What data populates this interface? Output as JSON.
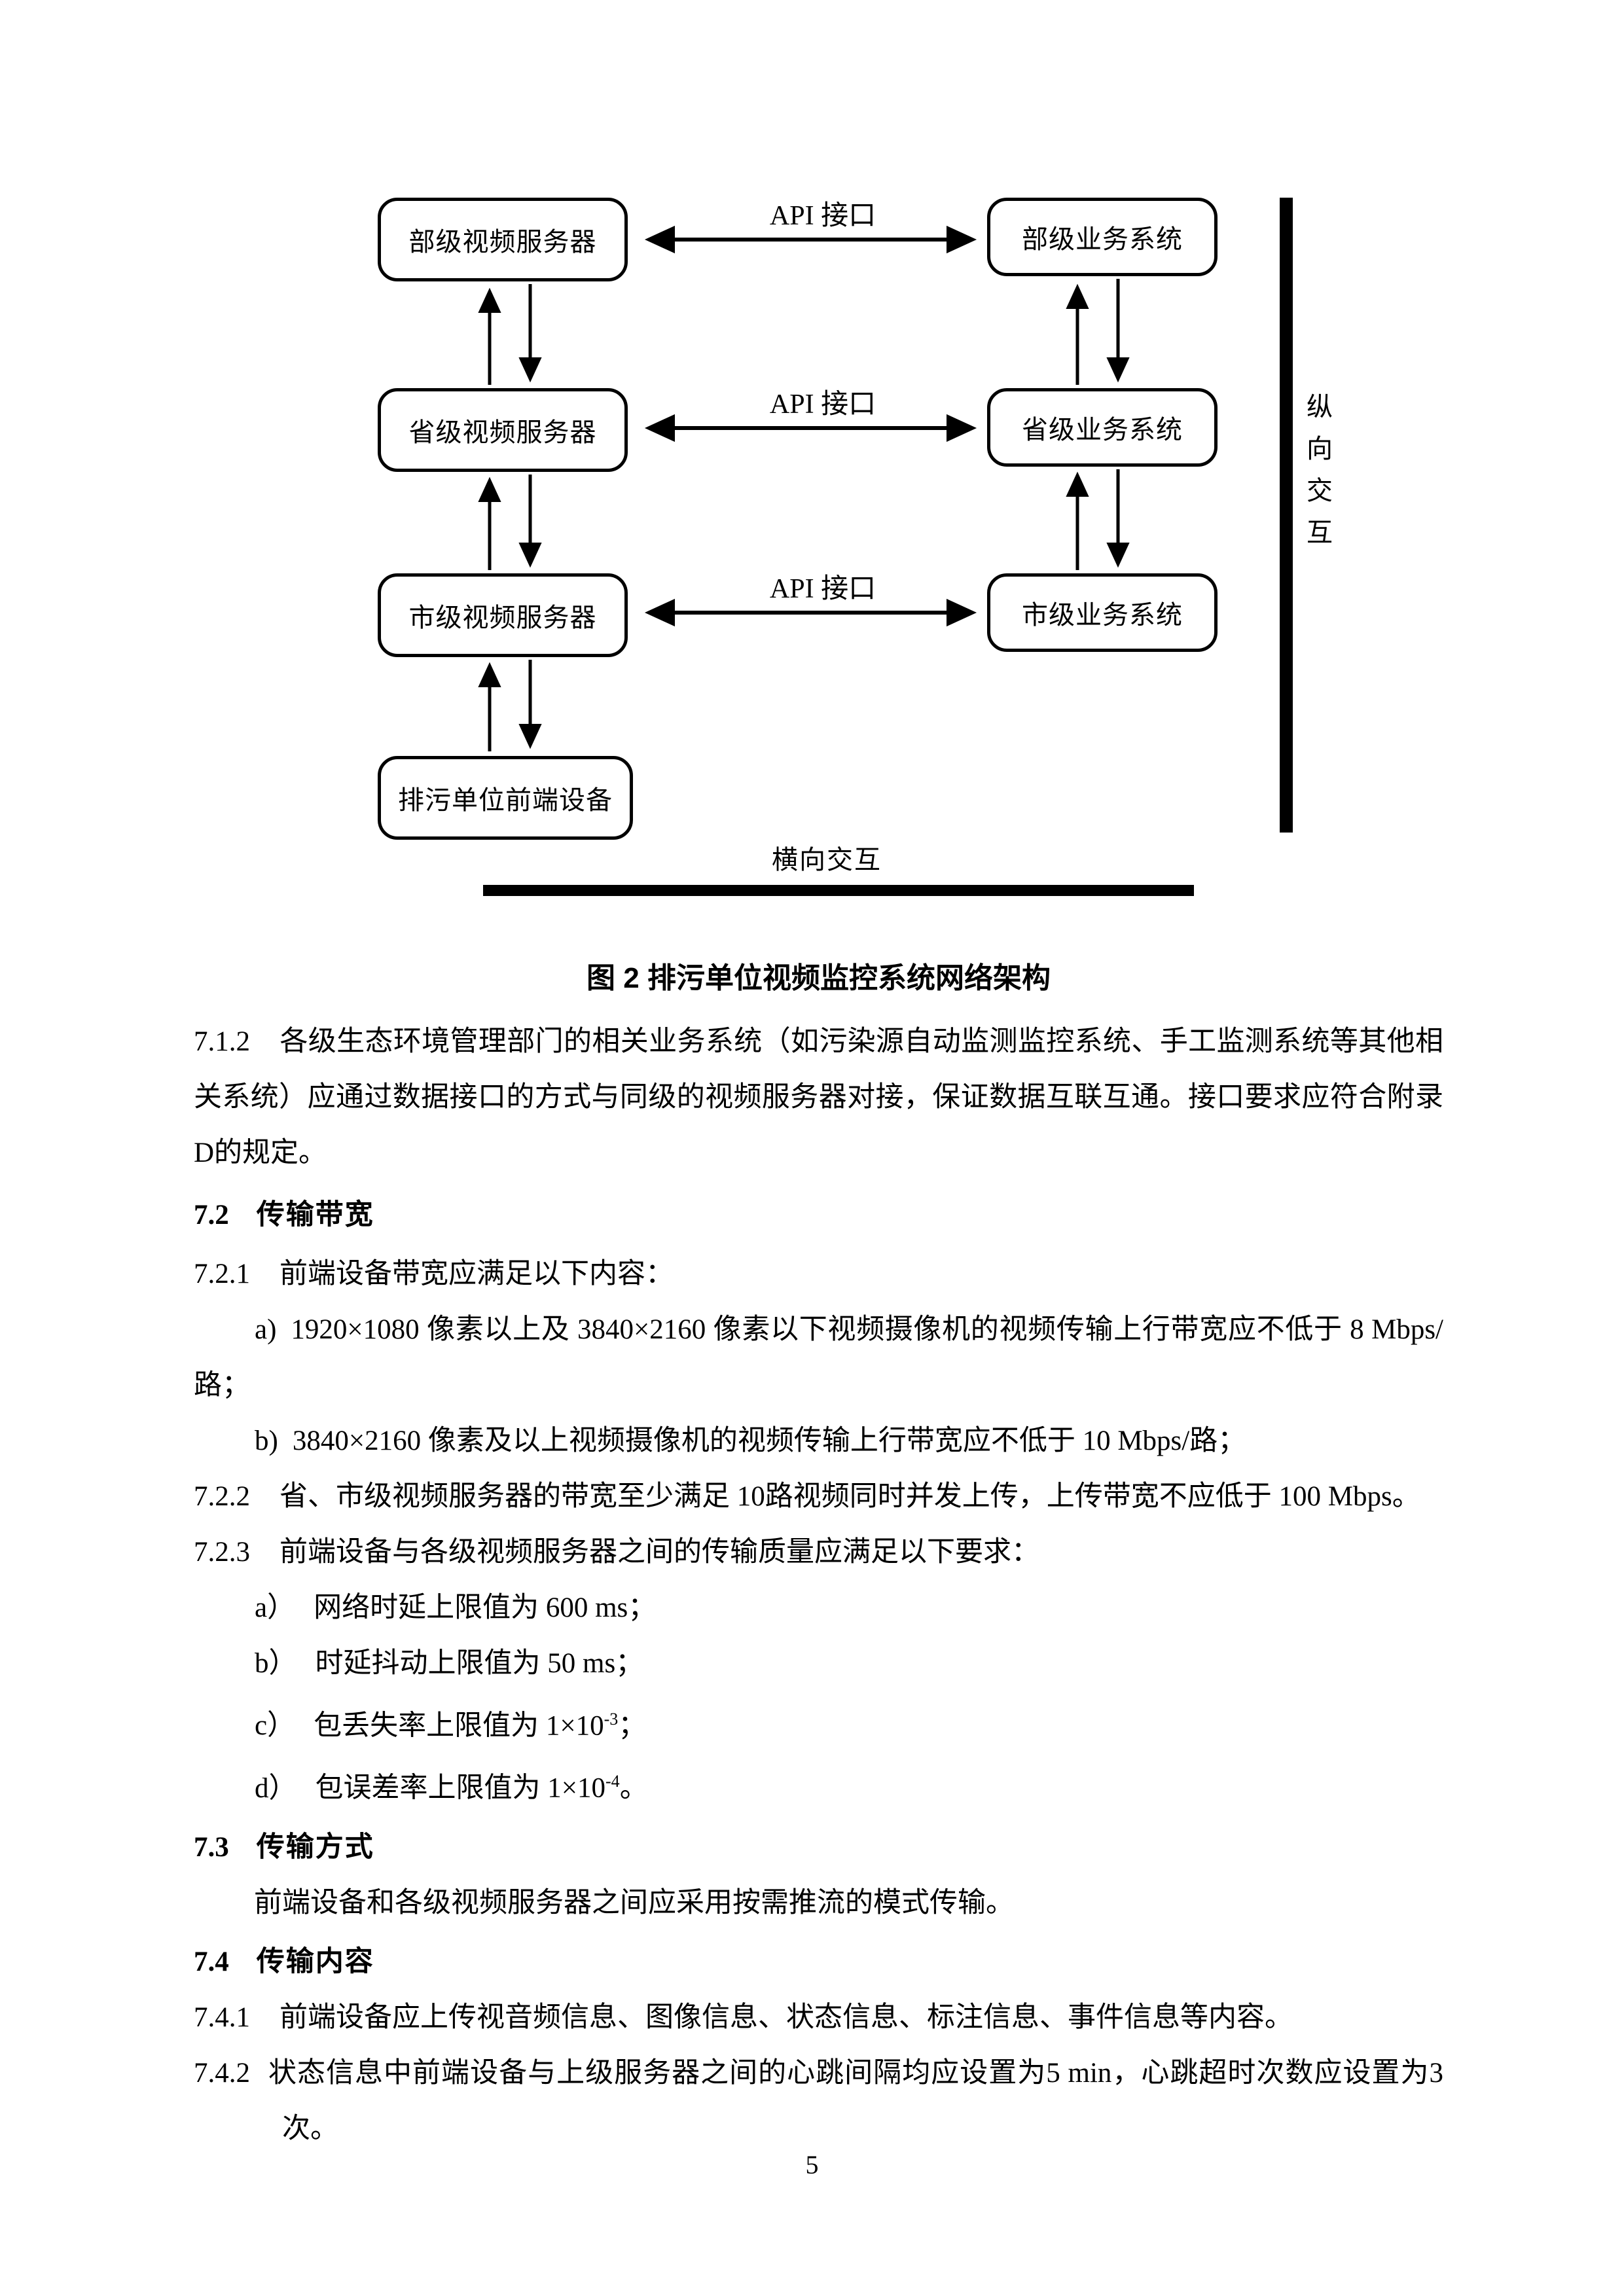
{
  "figure": {
    "caption": "图 2 排污单位视频监控系统网络架构",
    "api_label": "API 接口",
    "vertical_label": "纵向交互",
    "horizontal_label": "横向交互",
    "nodes": {
      "bu_video": "部级视频服务器",
      "bu_biz": "部级业务系统",
      "sheng_video": "省级视频服务器",
      "sheng_biz": "省级业务系统",
      "shi_video": "市级视频服务器",
      "shi_biz": "市级业务系统",
      "frontend": "排污单位前端设备"
    }
  },
  "body": {
    "p712": {
      "num": "7.1.2",
      "text": "各级生态环境管理部门的相关业务系统（如污染源自动监测监控系统、手工监测系统等其他相关系统）应通过数据接口的方式与同级的视频服务器对接，保证数据互联互通。接口要求应符合附录D的规定。"
    },
    "h72": {
      "num": "7.2",
      "title": "传输带宽"
    },
    "p721": {
      "num": "7.2.1",
      "text": "前端设备带宽应满足以下内容："
    },
    "item_a": {
      "label": "a)",
      "text": "1920×1080 像素以上及 3840×2160 像素以下视频摄像机的视频传输上行带宽应不低于 8 Mbps/路；"
    },
    "item_b": {
      "label": "b)",
      "text": "3840×2160 像素及以上视频摄像机的视频传输上行带宽应不低于 10 Mbps/路；"
    },
    "p722": {
      "num": "7.2.2",
      "text": "省、市级视频服务器的带宽至少满足 10路视频同时并发上传，上传带宽不应低于 100 Mbps。"
    },
    "p723": {
      "num": "7.2.3",
      "text": "前端设备与各级视频服务器之间的传输质量应满足以下要求："
    },
    "q_a": {
      "label": "a）",
      "text": "网络时延上限值为 600 ms；"
    },
    "q_b": {
      "label": "b）",
      "text": "时延抖动上限值为 50 ms；"
    },
    "q_c": {
      "label": "c）",
      "text": "包丢失率上限值为 1×10",
      "sup": "-3",
      "tail": "；"
    },
    "q_d": {
      "label": "d）",
      "text": "包误差率上限值为 1×10",
      "sup": "-4",
      "tail": "。"
    },
    "h73": {
      "num": "7.3",
      "title": "传输方式"
    },
    "p73": {
      "text": "前端设备和各级视频服务器之间应采用按需推流的模式传输。"
    },
    "h74": {
      "num": "7.4",
      "title": "传输内容"
    },
    "p741": {
      "num": "7.4.1",
      "text": "前端设备应上传视音频信息、图像信息、状态信息、标注信息、事件信息等内容。"
    },
    "p742": {
      "num": "7.4.2",
      "text": "状态信息中前端设备与上级服务器之间的心跳间隔均应设置为5 min，心跳超时次数应设置为3次。"
    }
  },
  "footer": {
    "page_number": "5"
  }
}
